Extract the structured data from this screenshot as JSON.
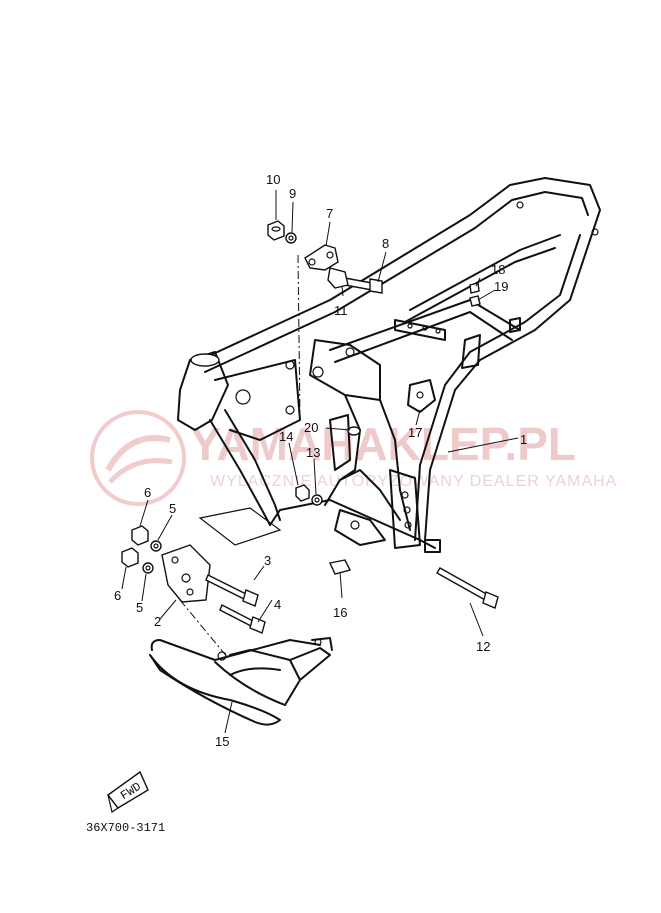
{
  "watermark": {
    "brand": "YAMAHAKLEP.PL",
    "tagline": "WYLACZNIE AUTORYZOWANY DEALER YAMAHA",
    "color": "#d44"
  },
  "diagram_code": "36X700-3171",
  "fwd_label": "FWD",
  "callouts": {
    "c1": "1",
    "c2": "2",
    "c3": "3",
    "c4": "4",
    "c5a": "5",
    "c5b": "5",
    "c6a": "6",
    "c6b": "6",
    "c7": "7",
    "c8": "8",
    "c9": "9",
    "c10": "10",
    "c11": "11",
    "c12": "12",
    "c13": "13",
    "c14": "14",
    "c15": "15",
    "c16": "16",
    "c17": "17",
    "c18": "18",
    "c19": "19",
    "c20": "20"
  }
}
